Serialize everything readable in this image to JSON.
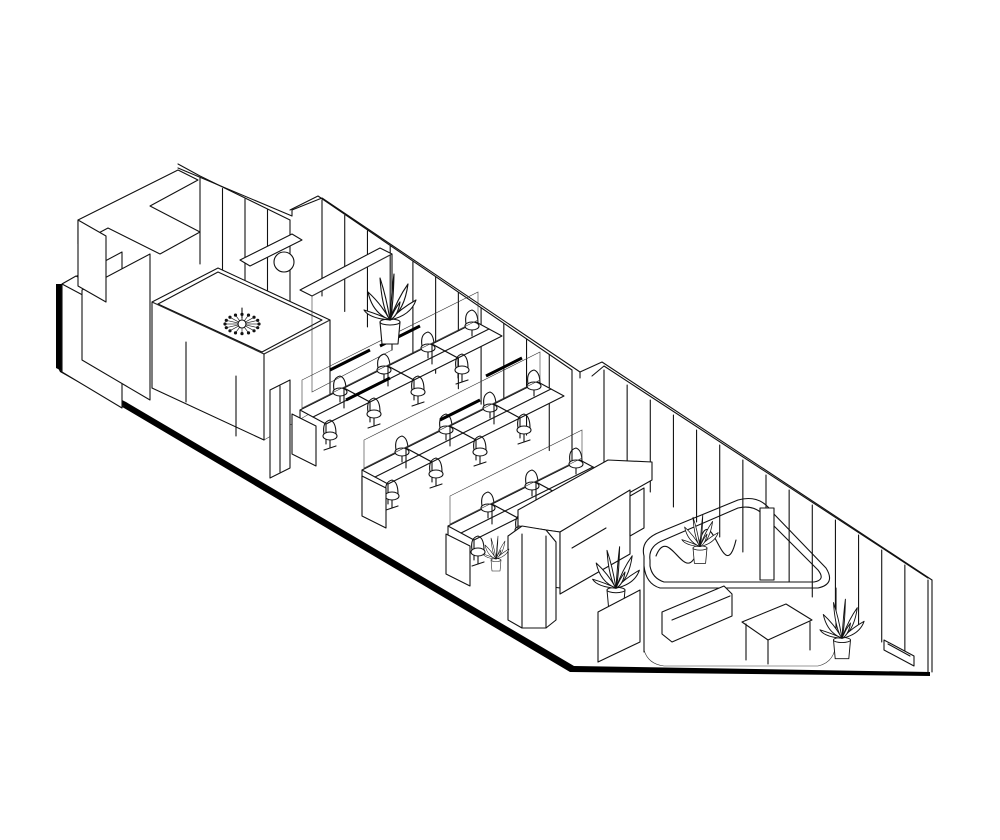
{
  "drawing": {
    "style": "axonometric line drawing",
    "background": "#ffffff",
    "line_color": "#111111"
  },
  "rooms": [
    {
      "id": "pantry",
      "icon": "kitchen-counter-icon"
    },
    {
      "id": "meeting-room",
      "icon": "pendant-lamp-icon"
    },
    {
      "id": "open-office",
      "icon": "desk-cluster-icon"
    },
    {
      "id": "lounge",
      "icon": "curved-partition-icon"
    },
    {
      "id": "reception",
      "icon": "reception-desk-icon"
    }
  ],
  "furniture": {
    "desk_clusters": 3,
    "plants": 5
  }
}
